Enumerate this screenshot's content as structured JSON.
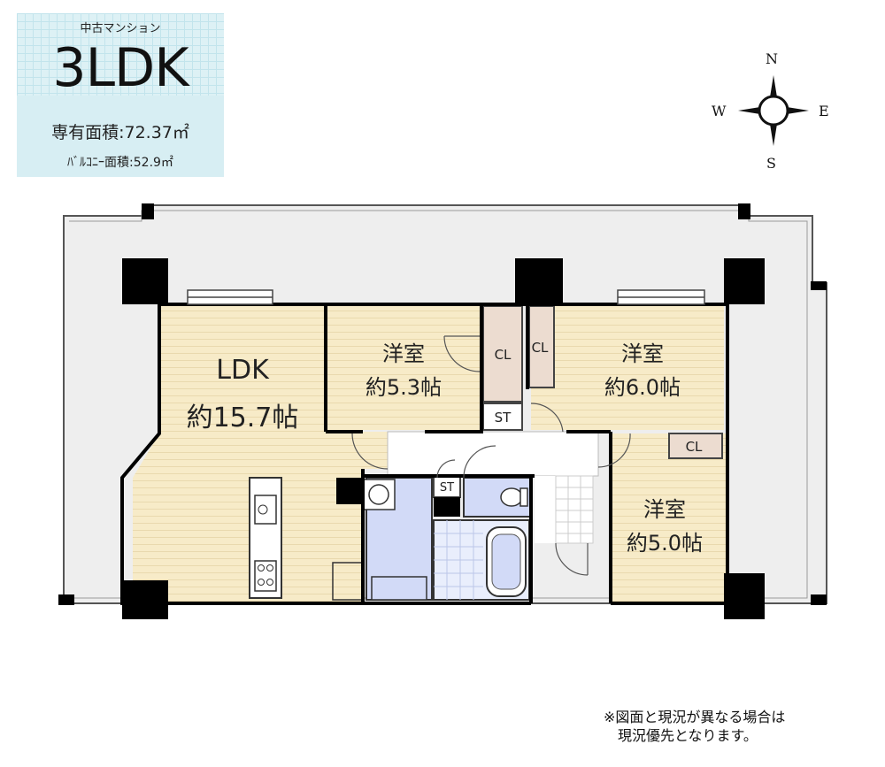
{
  "info": {
    "category": "中古マンション",
    "layout_type": "3LDK",
    "floor_area": "専有面積:72.37㎡",
    "balcony_area": "ﾊﾞﾙｺﾆｰ面積:52.9㎡"
  },
  "compass": {
    "north": "N",
    "south": "S",
    "east": "E",
    "west": "W"
  },
  "rooms": {
    "ldk": {
      "name": "LDK",
      "size": "約15.7帖"
    },
    "western1": {
      "name": "洋室",
      "size": "約5.3帖"
    },
    "western2": {
      "name": "洋室",
      "size": "約6.0帖"
    },
    "western3": {
      "name": "洋室",
      "size": "約5.0帖"
    },
    "closet": "CL",
    "storage": "ST"
  },
  "note": {
    "line1": "※図面と現況が異なる場合は",
    "line2": "現況優先となります。"
  },
  "colors": {
    "floor": "#f7ebc8",
    "balcony": "#eeeeee",
    "wet_area": "#d2daf7",
    "closet": "#ecdcd0",
    "hallway": "#ffffff",
    "wall": "#000000"
  }
}
